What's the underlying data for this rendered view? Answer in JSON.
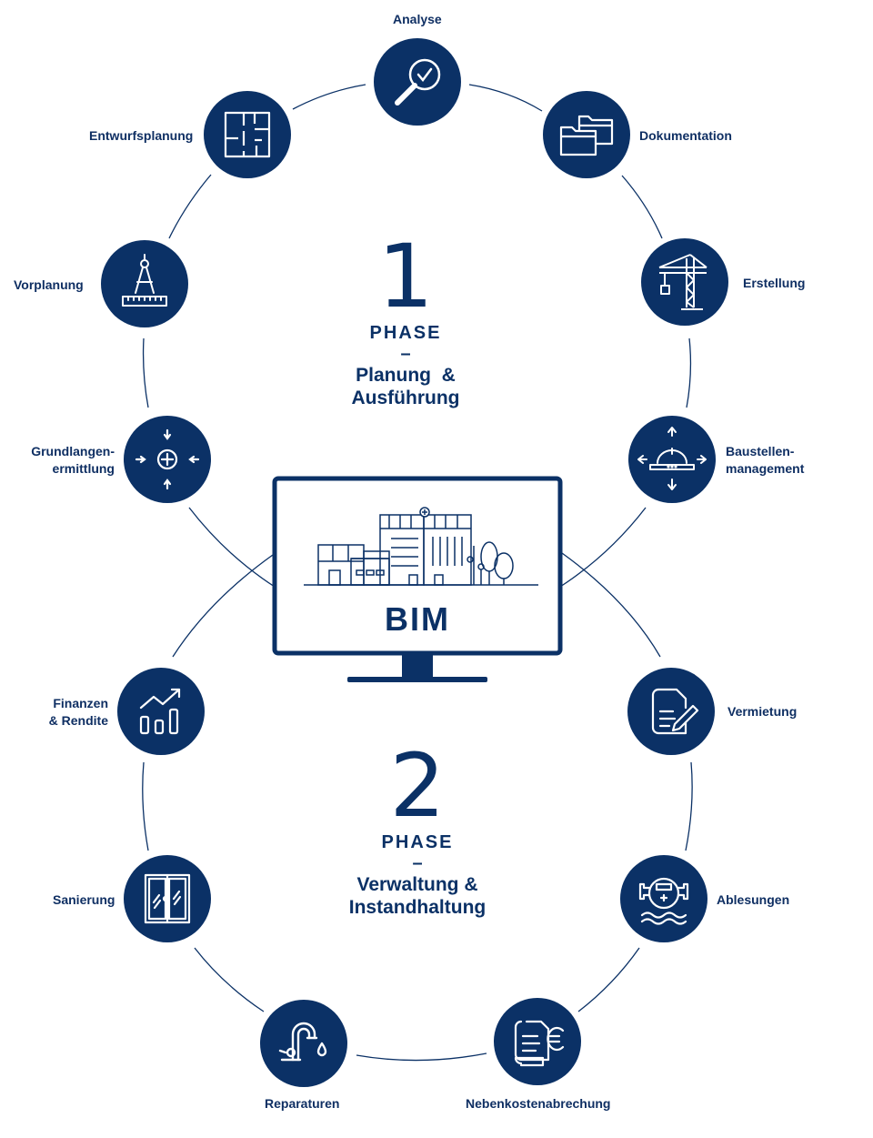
{
  "colors": {
    "primary": "#0b3166",
    "text": "#0f2f63",
    "background": "#ffffff"
  },
  "phase1": {
    "number": "1",
    "word": "PHASE",
    "dash": "–",
    "title_line1": "Planung  &",
    "title_line2": "Ausführung"
  },
  "phase2": {
    "number": "2",
    "word": "PHASE",
    "dash": "–",
    "title_line1": "Verwaltung &",
    "title_line2": "Instandhaltung"
  },
  "center": {
    "label": "BIM"
  },
  "nodes": {
    "analyse": {
      "label": "Analyse",
      "icon": "magnifier-check-icon"
    },
    "dokumentation": {
      "label": "Dokumentation",
      "icon": "folders-icon"
    },
    "erstellung": {
      "label": "Erstellung",
      "icon": "crane-icon"
    },
    "baustellen": {
      "label_line1": "Baustellen-",
      "label_line2": "management",
      "icon": "hard-hat-icon"
    },
    "grundlagen": {
      "label_line1": "Grundlangen-",
      "label_line2": "ermittlung",
      "icon": "crosshair-arrows-icon"
    },
    "vorplanung": {
      "label": "Vorplanung",
      "icon": "compass-ruler-icon"
    },
    "entwurf": {
      "label": "Entwurfsplanung",
      "icon": "floor-plan-icon"
    },
    "vermietung": {
      "label": "Vermietung",
      "icon": "document-pen-icon"
    },
    "ablesungen": {
      "label": "Ablesungen",
      "icon": "water-meter-icon"
    },
    "nebenkosten": {
      "label": "Nebenkostenabrechung",
      "icon": "euro-document-icon"
    },
    "reparaturen": {
      "label": "Reparaturen",
      "icon": "faucet-icon"
    },
    "sanierung": {
      "label": "Sanierung",
      "icon": "window-icon"
    },
    "finanzen": {
      "label_line1": "Finanzen",
      "label_line2": "& Rendite",
      "icon": "growth-chart-icon"
    }
  }
}
